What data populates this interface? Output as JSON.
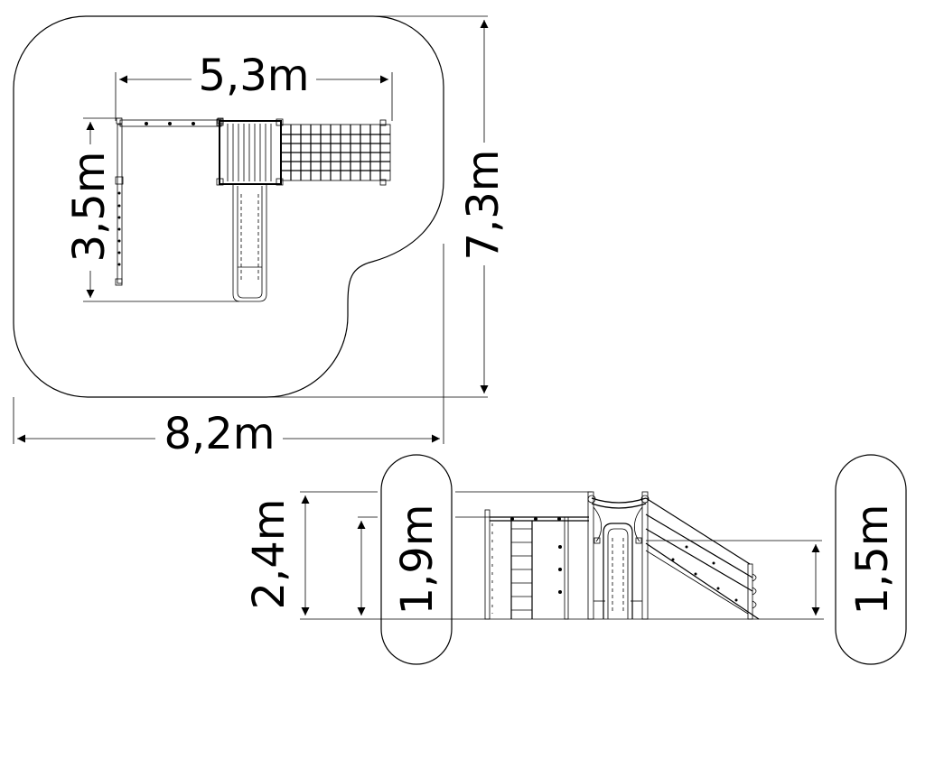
{
  "plan_view": {
    "safety_area_width": "8,2m",
    "safety_area_depth": "7,3m",
    "equipment_width": "5,3m",
    "equipment_depth": "3,5m"
  },
  "side_view": {
    "total_height": "2,4m",
    "free_fall_height_main": "1,9m",
    "free_fall_height_secondary": "1,5m"
  }
}
